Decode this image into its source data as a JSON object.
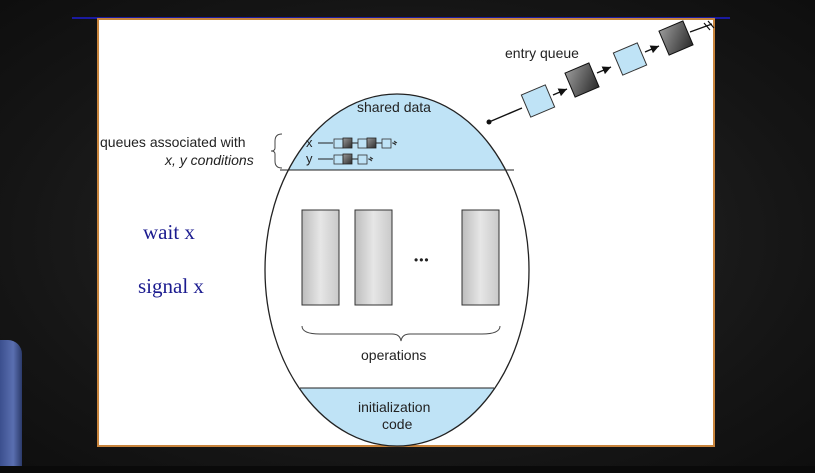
{
  "diagram": {
    "shared_data_label": "shared data",
    "entry_queue_label": "entry queue",
    "queues_label_line1": "queues associated with",
    "queues_label_line2": "x, y conditions",
    "queue_x_label": "x",
    "queue_y_label": "y",
    "operations_label": "operations",
    "ellipsis": "•••",
    "init_label_line1": "initialization",
    "init_label_line2": "code"
  },
  "slide_text": {
    "wait": "wait x",
    "signal": "signal x"
  },
  "colors": {
    "section_fill": "#bfe3f6",
    "slide_border": "#c8843c",
    "text_blue": "#1b1b8f"
  }
}
